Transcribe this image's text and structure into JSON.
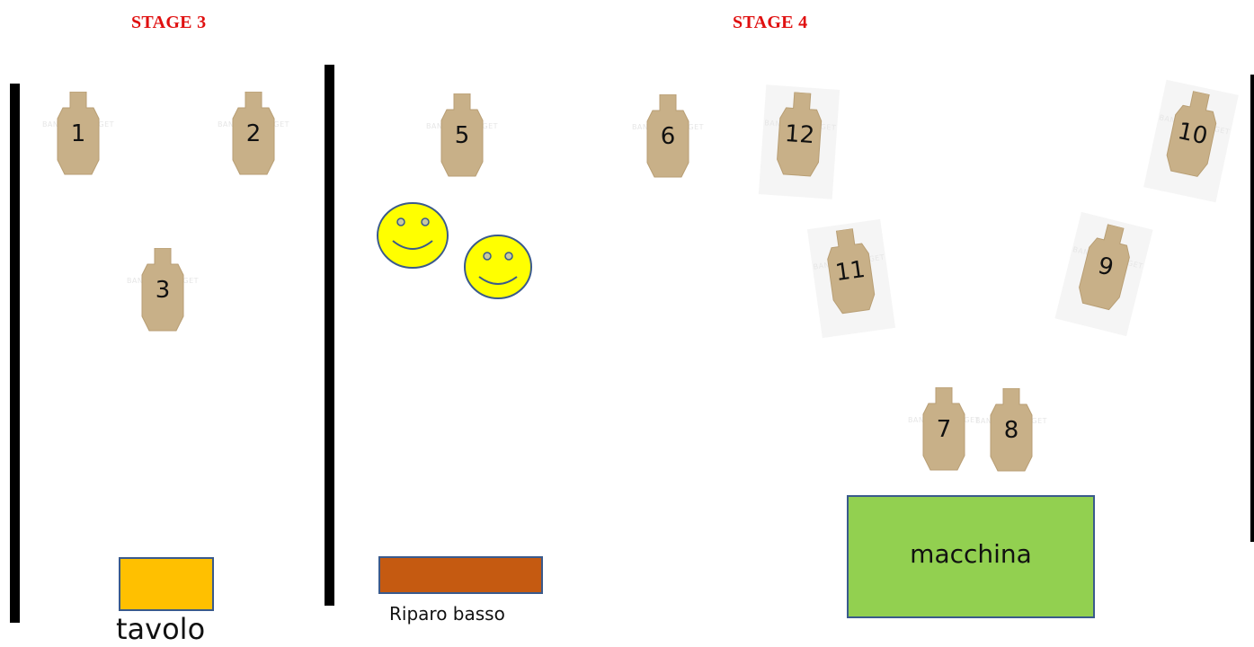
{
  "stages": {
    "stage3_title": "STAGE 3",
    "stage4_title": "STAGE 4"
  },
  "targets": [
    {
      "label": "1"
    },
    {
      "label": "2"
    },
    {
      "label": "3"
    },
    {
      "label": "5"
    },
    {
      "label": "6"
    },
    {
      "label": "12"
    },
    {
      "label": "10"
    },
    {
      "label": "11"
    },
    {
      "label": "9"
    },
    {
      "label": "7"
    },
    {
      "label": "8"
    }
  ],
  "props": {
    "tavolo_label": "tavolo",
    "riparo_label": "Riparo basso",
    "macchina_label": "macchina"
  },
  "colors": {
    "title": "#e01010",
    "target": "#c8b088",
    "tavolo": "#ffc000",
    "riparo": "#c55a11",
    "macchina": "#92d050",
    "smiley": "#ffff00",
    "wall": "#000000"
  }
}
